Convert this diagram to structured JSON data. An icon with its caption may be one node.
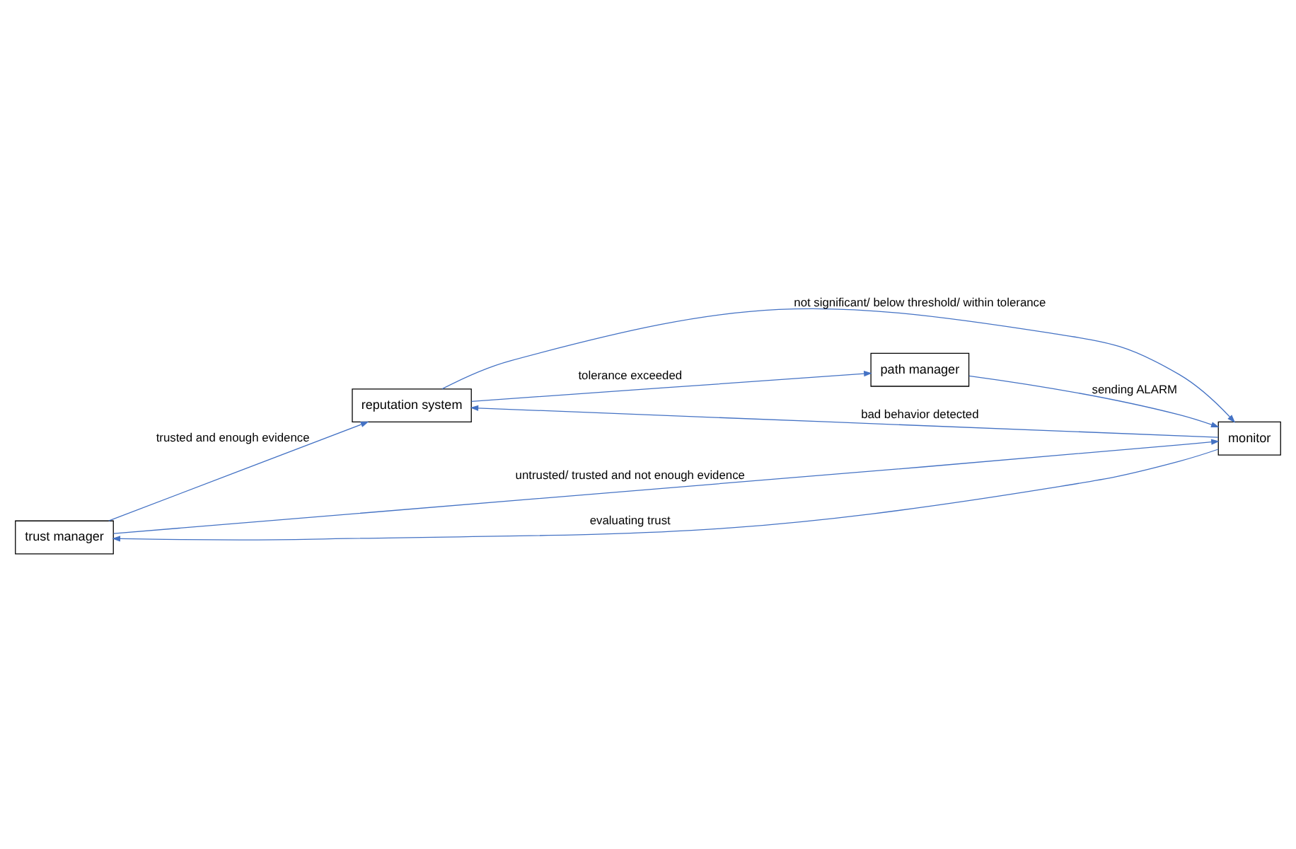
{
  "diagram": {
    "nodes": [
      {
        "text": [
          "trust manager"
        ]
      },
      {
        "text": [
          "reputation system"
        ]
      },
      {
        "text": [
          "monitor"
        ]
      },
      {
        "text": [
          "path manager"
        ]
      }
    ],
    "edges": [
      {
        "from": 0,
        "to": 1,
        "arrow": "to",
        "label": "trusted and enough evidence"
      },
      {
        "from": 0,
        "to": 2,
        "arrow": "to",
        "label": "untrusted/ trusted and not enough evidence"
      },
      {
        "from": 2,
        "to": 1,
        "arrow": "to",
        "label": "bad behavior detected"
      },
      {
        "from": 1,
        "to": 2,
        "arrow": "to",
        "label": "not significant/ below threshold/ within tolerance"
      },
      {
        "from": 2,
        "to": 0,
        "arrow": "to",
        "label": "evaluating trust"
      },
      {
        "from": 1,
        "to": 3,
        "arrow": "to",
        "label": "tolerance exceeded"
      },
      {
        "from": 3,
        "to": 2,
        "arrow": "to",
        "label": "sending ALARM"
      }
    ]
  }
}
